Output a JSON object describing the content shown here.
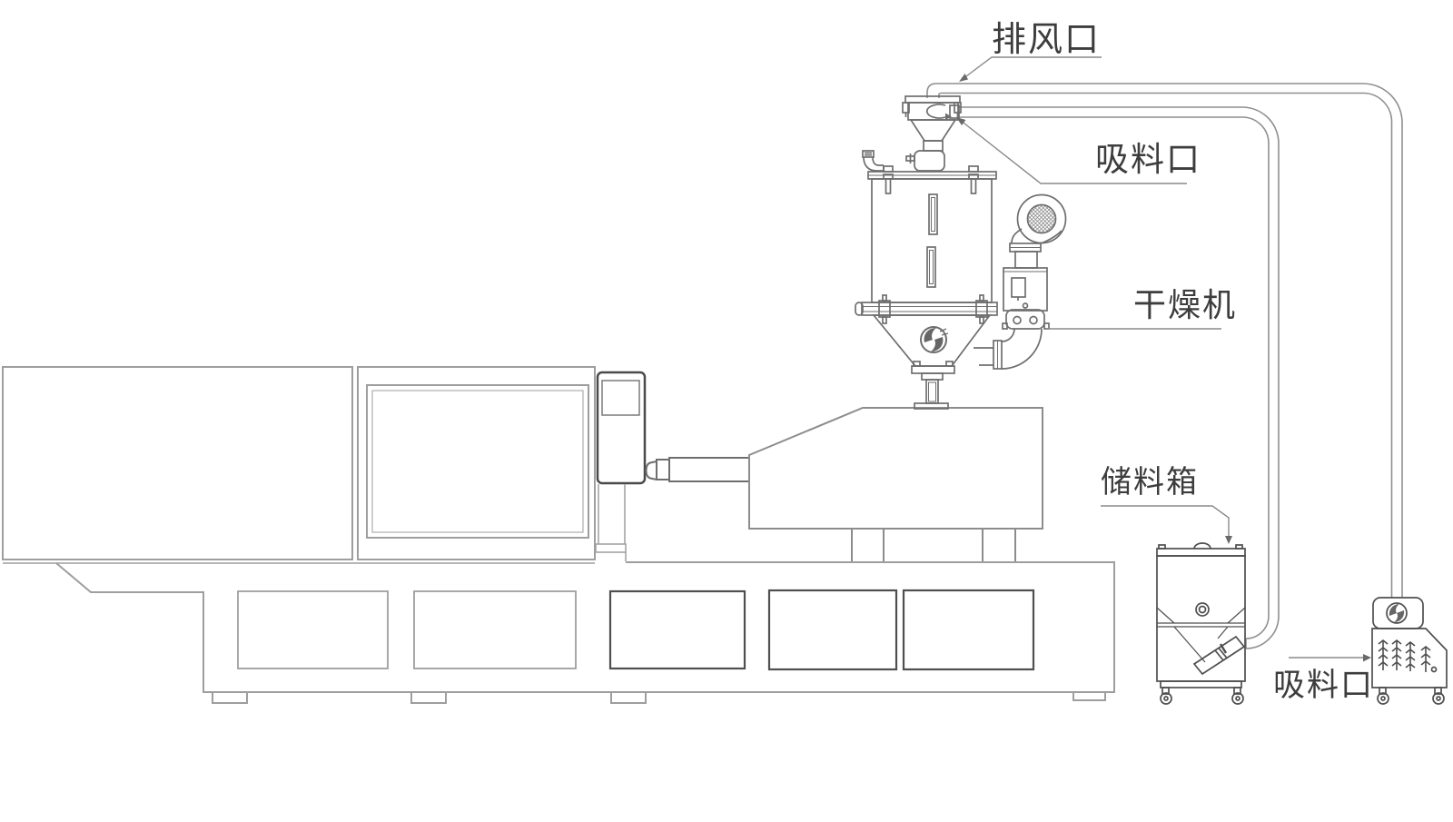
{
  "labels": {
    "exhaust_port": "排风口",
    "suction_port_top": "吸料口",
    "dryer": "干燥机",
    "storage_bin": "储料箱",
    "suction_port_bottom": "吸料口"
  },
  "colors": {
    "background": "#ffffff",
    "line_light": "#9e9e9e",
    "line_medium": "#6e6e6e",
    "line_dark": "#4f4f4f",
    "pipe_line": "#8f8f8f",
    "leader_line": "#8a8a8a",
    "label_text": "#3d3d3d",
    "logo_fill": "#666666"
  }
}
